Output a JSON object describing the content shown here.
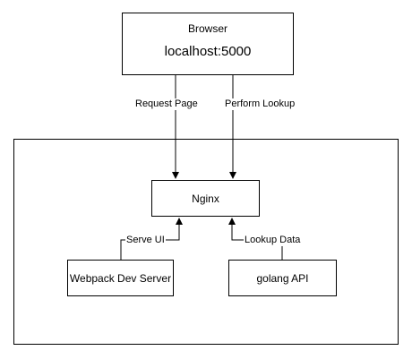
{
  "browser": {
    "title": "Browser",
    "url": "localhost:5000"
  },
  "nodes": {
    "nginx": "Nginx",
    "webpack": "Webpack Dev Server",
    "golang": "golang API"
  },
  "edges": {
    "request_page": "Request Page",
    "perform_lookup": "Perform Lookup",
    "serve_ui": "Serve UI",
    "lookup_data": "Lookup Data"
  }
}
